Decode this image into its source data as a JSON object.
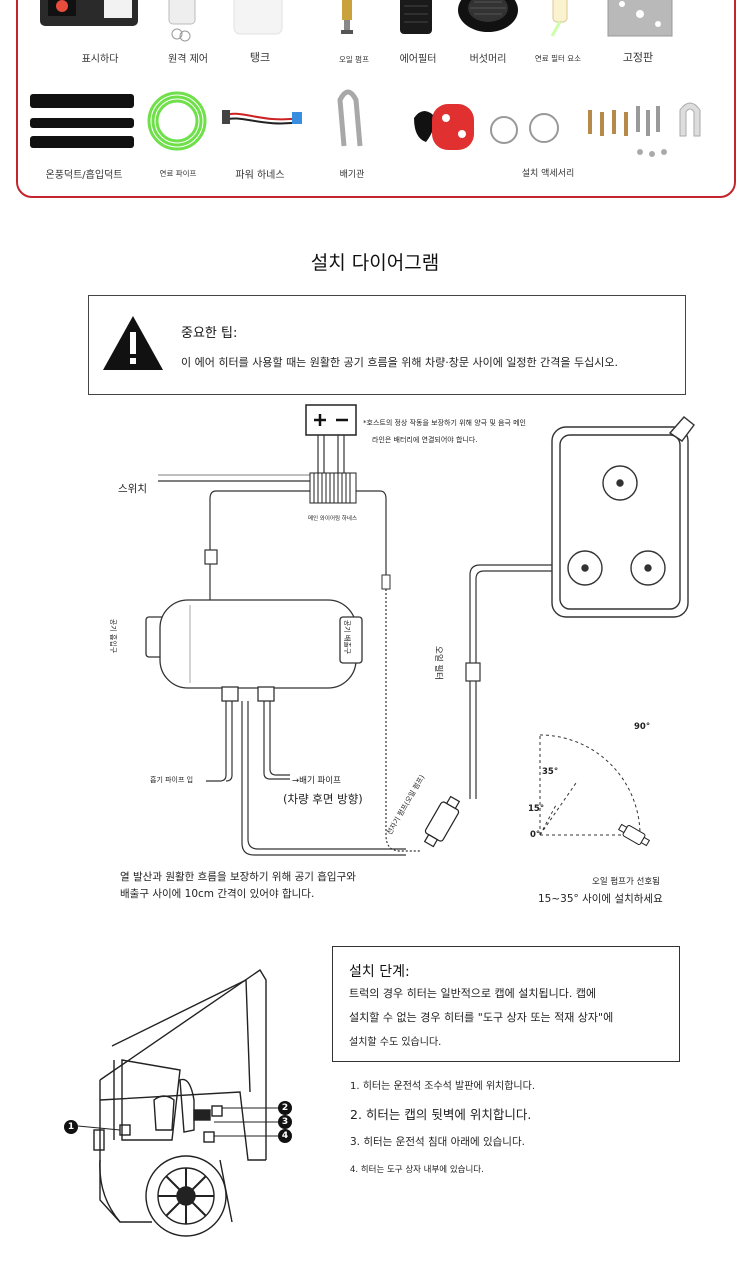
{
  "parts": {
    "row1": [
      "표시하다",
      "원격 제어",
      "탱크",
      "오일 펌프",
      "에어필터",
      "버섯머리",
      "연료 필터 요소",
      "고정판"
    ],
    "row2": [
      "온풍덕트/흡입덕트",
      "연료 파이프",
      "파워 하네스",
      "배기관",
      "설치 액세서리"
    ]
  },
  "title": "설치 다이어그램",
  "tip": {
    "heading": "중요한 팁:",
    "text": "이 에어 히터를 사용할 때는 원활한 공기 흐름을 위해 차량·창문 사이에 일정한 간격을 두십시오."
  },
  "diagram": {
    "battery_note_1": "*호스트의 정상 작동을 보장하기 위해 양극 및 음극 메인",
    "battery_note_2": "라인은 배터리에 연결되어야 합니다.",
    "switch": "스위치",
    "harness": "메인 와이어링 하네스",
    "air_inlet": "공기 흡입구",
    "air_outlet": "공기 배출구",
    "oil_filter": "오일 필터",
    "intake_pipe": "흡기 파이프 입",
    "exhaust_pipe": "→배기 파이프",
    "rear_direction": "(차량 후면 방향)",
    "pump_label": "전자기 펌프(오일 펌프)",
    "airflow_note_1": "열 발산과 원활한 흐름을 보장하기 위해 공기 흡입구와",
    "airflow_note_2": "배출구 사이에 10cm 간격이 있어야 합니다.",
    "angles": [
      "90°",
      "35°",
      "15°",
      "0°"
    ],
    "pump_pref_1": "오일 펌프가 선호됨",
    "pump_pref_2": "15~35° 사이에 설치하세요"
  },
  "steps": {
    "title": "설치 단계:",
    "lines": [
      "트럭의 경우 히터는 일반적으로 캡에 설치됩니다. 캡에",
      "설치할 수 없는 경우 히터를 \"도구 상자 또는 적재 상자\"에",
      "설치할 수도 있습니다."
    ],
    "items": [
      "1. 히터는 운전석 조수석 발판에 위치합니다.",
      "2. 히터는 캡의 뒷벽에 위치합니다.",
      "3. 히터는 운전석 침대 아래에 있습니다.",
      "4. 히터는 도구 상자 내부에 있습니다."
    ],
    "markers": [
      "1",
      "2",
      "3",
      "4"
    ]
  },
  "colors": {
    "frame_red": "#c4242b",
    "tube_green": "#6fe04a",
    "gasket_red": "#e03030"
  }
}
